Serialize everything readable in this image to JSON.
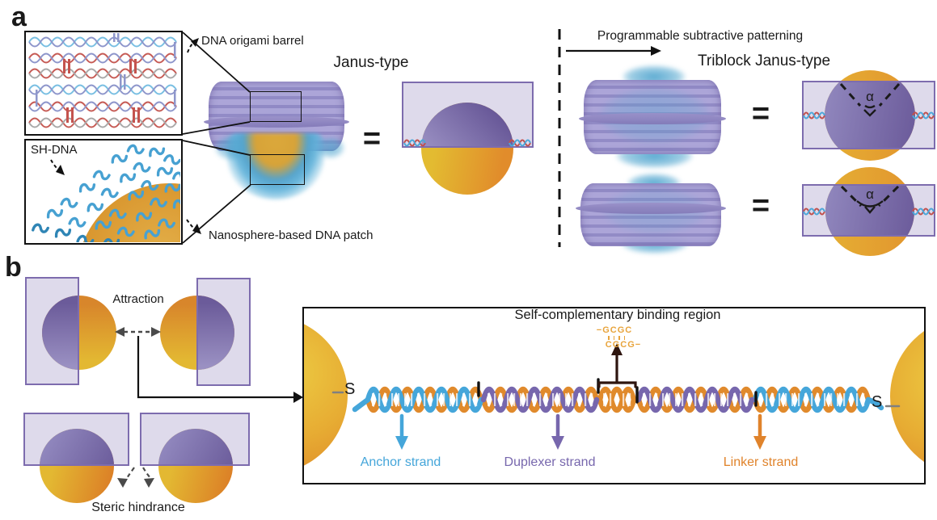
{
  "figure": {
    "panel_a_label": "a",
    "panel_b_label": "b",
    "equals": "=",
    "alpha": "α"
  },
  "panel_a": {
    "origami_barrel_label": "DNA origami barrel",
    "sh_dna_label": "SH-DNA",
    "patch_label": "Nanosphere-based DNA patch",
    "janus_title": "Janus-type",
    "patterning_label": "Programmable subtractive patterning",
    "triblock_title": "Triblock Janus-type"
  },
  "panel_b": {
    "attraction_label": "Attraction",
    "steric_label": "Steric hindrance",
    "binding_title": "Self-complementary binding region",
    "sequence_top": "−GCGC",
    "sequence_bottom": "CGCG−",
    "thiol_left": "S",
    "thiol_right": "S",
    "strand_labels": {
      "anchor": "Anchor strand",
      "duplexer": "Duplexer strand",
      "linker": "Linker strand"
    }
  },
  "colors": {
    "anchor_blue": "#45A6DA",
    "duplexer_purple": "#7767AD",
    "linker_orange": "#E0832B",
    "sequence_orange": "#E8A43C",
    "lavender_fill": "#DEDAEB",
    "lavender_border": "#7D6CAE",
    "sphere_purple_dark": "#6A5A99",
    "sphere_purple_light": "#A19AC9",
    "sphere_gold": "#E2B232",
    "sphere_orange": "#DD8628",
    "barrel_purple": "#9D95CB"
  }
}
